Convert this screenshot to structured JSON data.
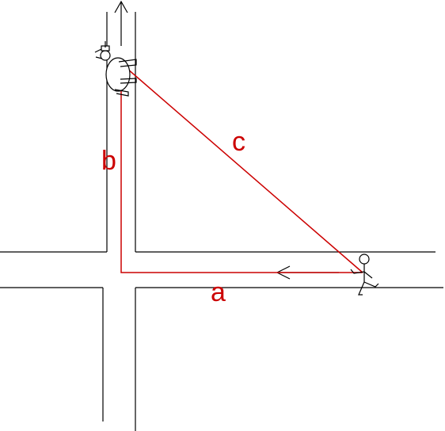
{
  "labels": {
    "a": "a",
    "b": "b",
    "c": "c"
  },
  "colors": {
    "road": "#000000",
    "triangle": "#cc0000",
    "label": "#cc0000",
    "background": "#ffffff"
  }
}
